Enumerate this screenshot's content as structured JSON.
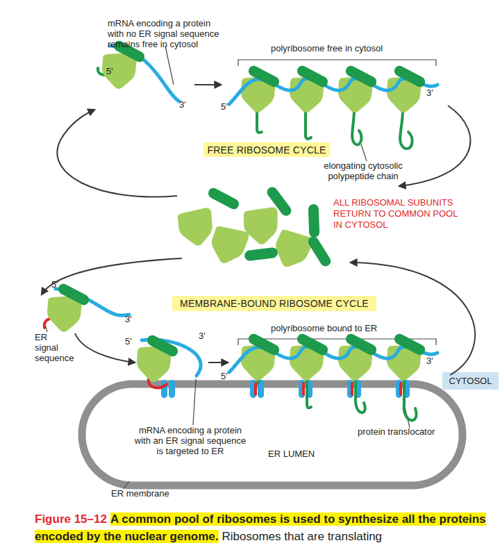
{
  "diagram": {
    "title": "Figure 15–12",
    "caption": "A common pool of ribosomes is used to synthesize all the proteins encoded by the nuclear genome.",
    "nodes": [
      {
        "text": [
          "FREE RIBOSOME CYCLE"
        ]
      },
      {
        "text": [
          "MEMBRANE-BOUND RIBOSOME CYCLE"
        ]
      },
      {
        "text": [
          "CYTOSOL"
        ]
      },
      {
        "text": [
          "ER LUMEN"
        ]
      }
    ],
    "labels": [
      "mRNA encoding a protein with no ER signal sequence remains free in cytosol",
      "polyribosome free in cytosol",
      "5′",
      "3′",
      "5′",
      "3′",
      "elongating cytosolic polypeptide chain",
      "ALL RIBOSOMAL SUBUNITS RETURN TO COMMON POOL IN CYTOSOL",
      "5′",
      "3′",
      "ER signal sequence",
      "5′",
      "3′",
      "polyribosome bound to ER",
      "5′",
      "3′",
      "mRNA encoding a protein with an ER signal sequence is targeted to ER",
      "protein translocator",
      "ER membrane",
      "Ribosomes that are translating"
    ]
  }
}
